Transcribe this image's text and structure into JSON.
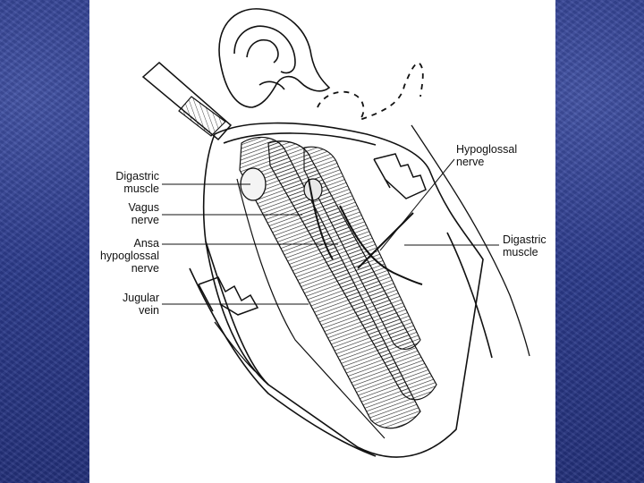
{
  "colors": {
    "background_blue": "#2b3a8a",
    "canvas": "#ffffff",
    "ink": "#111111"
  },
  "labels": {
    "digastric_left": "Digastric\nmuscle",
    "vagus": "Vagus\nnerve",
    "ansa": "Ansa\nhypoglossal\nnerve",
    "jugular": "Jugular\nvein",
    "hypoglossal": "Hypoglossal\nnerve",
    "digastric_right": "Digastric\nmuscle"
  }
}
